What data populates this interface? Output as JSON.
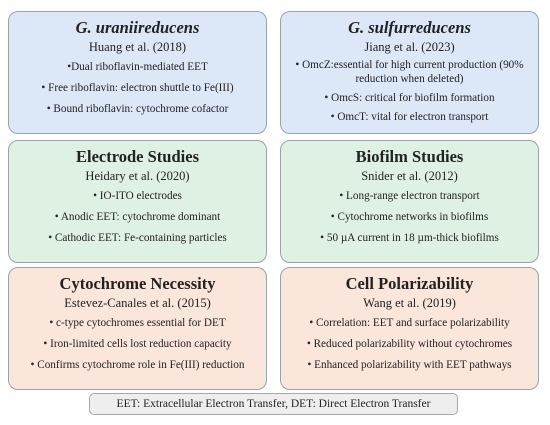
{
  "cards": [
    {
      "title": "G. uraniireducens",
      "ref": "Huang et al. (2018)",
      "bullets": [
        "•Dual riboflavin-mediated EET",
        "• Free riboflavin: electron shuttle to Fe(III)",
        "• Bound riboflavin: cytochrome cofactor"
      ]
    },
    {
      "title": "G. sulfurreducens",
      "ref": "Jiang et al. (2023)",
      "bullets": [
        "• OmcZ:essential for high current production (90% reduction when deleted)",
        "• OmcS: critical for biofilm formation",
        "• OmcT: vital for electron transport"
      ]
    },
    {
      "title": "Electrode Studies",
      "ref": "Heidary et al. (2020)",
      "bullets": [
        "• IO-ITO electrodes",
        "• Anodic EET: cytochrome dominant",
        "• Cathodic EET: Fe-containing particles"
      ]
    },
    {
      "title": "Biofilm Studies",
      "ref": "Snider et al. (2012)",
      "bullets": [
        "• Long-range electron transport",
        "• Cytochrome networks in biofilms",
        "• 50 µA current in 18 µm-thick biofilms"
      ]
    },
    {
      "title": "Cytochrome Necessity",
      "ref": "Estevez-Canales et al. (2015)",
      "bullets": [
        "• c-type cytochromes essential for DET",
        "• Iron-limited cells lost reduction capacity",
        "• Confirms cytochrome role in Fe(III) reduction"
      ]
    },
    {
      "title": "Cell Polarizability",
      "ref": "Wang et al. (2019)",
      "bullets": [
        "• Correlation: EET and surface polarizability",
        "• Reduced polarizability without cytochromes",
        "• Enhanced polarizability with EET pathways"
      ]
    }
  ],
  "footer": "EET: Extracellular Electron Transfer, DET: Direct Electron Transfer",
  "colors": {
    "blue_fill": "#dce8f8",
    "green_fill": "#dff1e2",
    "peach_fill": "#fbe6dc",
    "border": "#9aa3ad"
  }
}
